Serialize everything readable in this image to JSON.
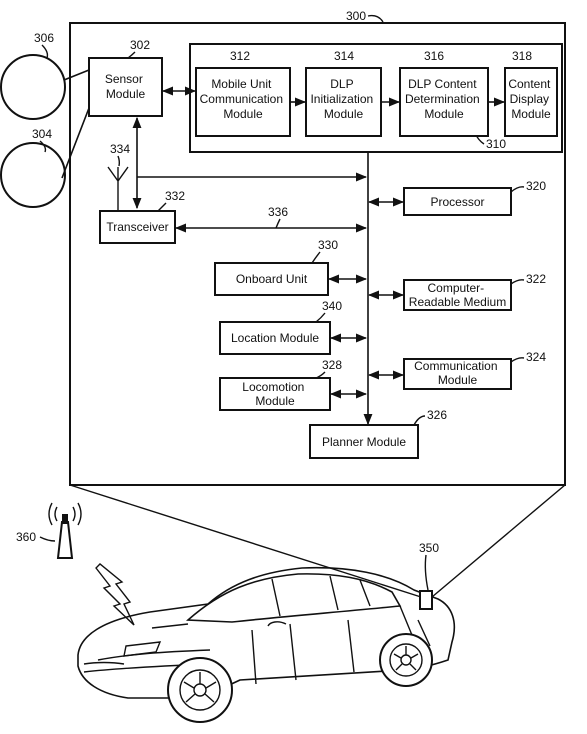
{
  "figure_refs": {
    "system": "300",
    "inner_group": "310",
    "circle_a": "306",
    "circle_b": "304",
    "sensor": "302",
    "antenna": "334",
    "transceiver": "332",
    "bus_link": "336",
    "mobile_comm": "312",
    "dlp_init": "314",
    "dlp_content": "316",
    "content_display": "318",
    "processor": "320",
    "onboard": "330",
    "crm": "322",
    "location": "340",
    "locomotion": "328",
    "comm": "324",
    "planner": "326",
    "tower": "360",
    "vehicle_unit": "350"
  },
  "modules": {
    "sensor": [
      "Sensor",
      "Module"
    ],
    "mobile_comm": [
      "Mobile Unit",
      "Communication",
      "Module"
    ],
    "dlp_init": [
      "DLP",
      "Initialization",
      "Module"
    ],
    "dlp_content": [
      "DLP Content",
      "Determination",
      "Module"
    ],
    "content_display": [
      "Content",
      "Display",
      "Module"
    ],
    "transceiver": [
      "Transceiver"
    ],
    "processor": [
      "Processor"
    ],
    "onboard": [
      "Onboard Unit"
    ],
    "crm": [
      "Computer-",
      "Readable Medium"
    ],
    "location": [
      "Location Module"
    ],
    "comm": [
      "Communication",
      "Module"
    ],
    "locomotion": [
      "Locomotion",
      "Module"
    ],
    "planner": [
      "Planner Module"
    ]
  }
}
